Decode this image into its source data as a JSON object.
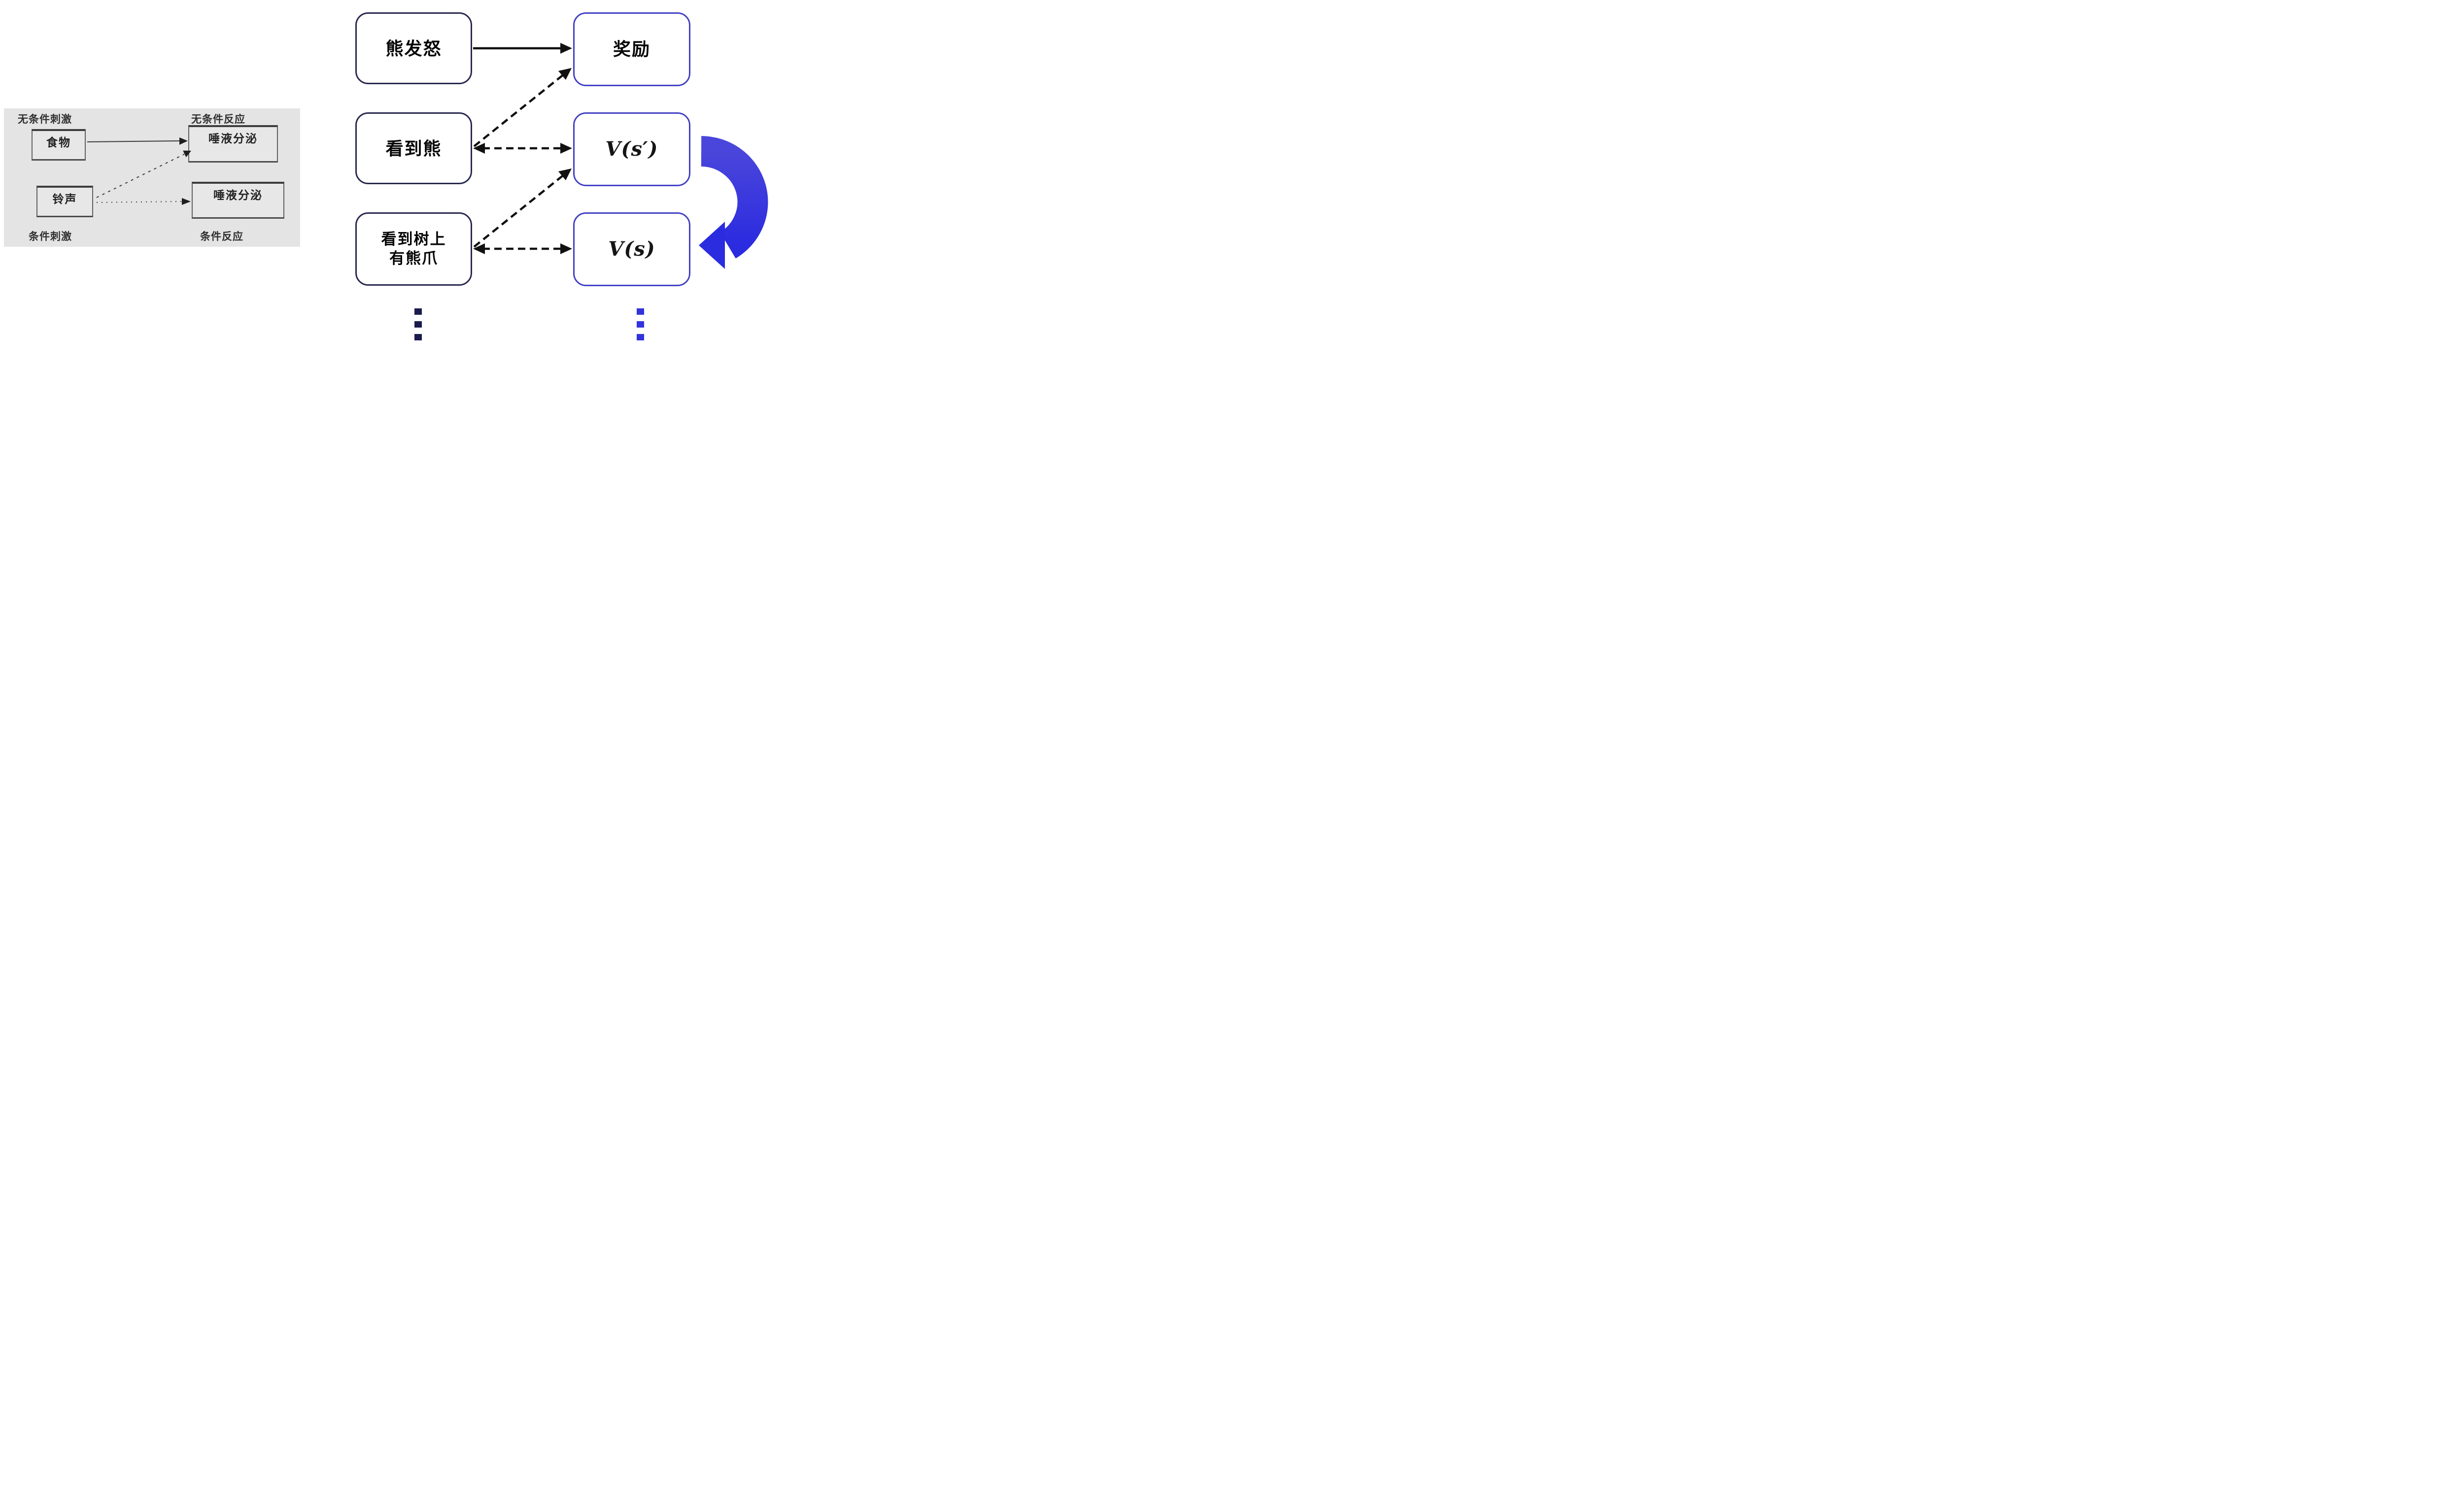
{
  "left_panel": {
    "top_left_label": "无条件刺激",
    "top_right_label": "无条件反应",
    "bottom_left_label": "条件刺激",
    "bottom_right_label": "条件反应",
    "food_box": "食物",
    "saliva_box_top": "唾液分泌",
    "bell_box": "铃声",
    "saliva_box_bottom": "唾液分泌"
  },
  "rl_diagram": {
    "bear_angry_box": "熊发怒",
    "reward_box": "奖励",
    "see_bear_box": "看到熊",
    "value_next_box": "V(s′)",
    "see_claw_box_line1": "看到树上",
    "see_claw_box_line2": "有熊爪",
    "value_box": "V(s)"
  },
  "connections": [
    {
      "from": "食物",
      "to": "唾液分泌(上)",
      "style": "solid-thin-arrow"
    },
    {
      "from": "铃声",
      "to": "唾液分泌(上)",
      "style": "dotted-diagonal-arrow"
    },
    {
      "from": "铃声",
      "to": "唾液分泌(下)",
      "style": "dotted-horizontal-arrow"
    },
    {
      "from": "熊发怒",
      "to": "奖励",
      "style": "solid-arrow"
    },
    {
      "from": "看到熊",
      "to": "奖励",
      "style": "dashed-diagonal-arrow"
    },
    {
      "from": "看到熊",
      "to": "V(s′)",
      "style": "dashed-double-arrow"
    },
    {
      "from": "看到树上有熊爪",
      "to": "V(s′)",
      "style": "dashed-diagonal-arrow"
    },
    {
      "from": "看到树上有熊爪",
      "to": "V(s)",
      "style": "dashed-double-arrow"
    },
    {
      "from": "V(s′)",
      "to": "V(s)",
      "style": "blue-loop-arrow"
    }
  ],
  "icons": {
    "loop_arrow": "loop-arrow",
    "ellipsis_left": "vertical-ellipsis",
    "ellipsis_right": "vertical-ellipsis"
  },
  "colors": {
    "panel_bg": "#e4e4e4",
    "panel_box_border": "#3c3c3c",
    "dark_navy_border": "#27274e",
    "blue_border": "#4341c4",
    "arrow_black": "#111111",
    "panel_arrow_gray": "#3c3c3c",
    "loop_arrow_blue_light": "#4a46db",
    "loop_arrow_blue_dark": "#2b2be0",
    "ellipsis_dark_navy": "#1b1b4e",
    "ellipsis_blue": "#3333dd"
  }
}
